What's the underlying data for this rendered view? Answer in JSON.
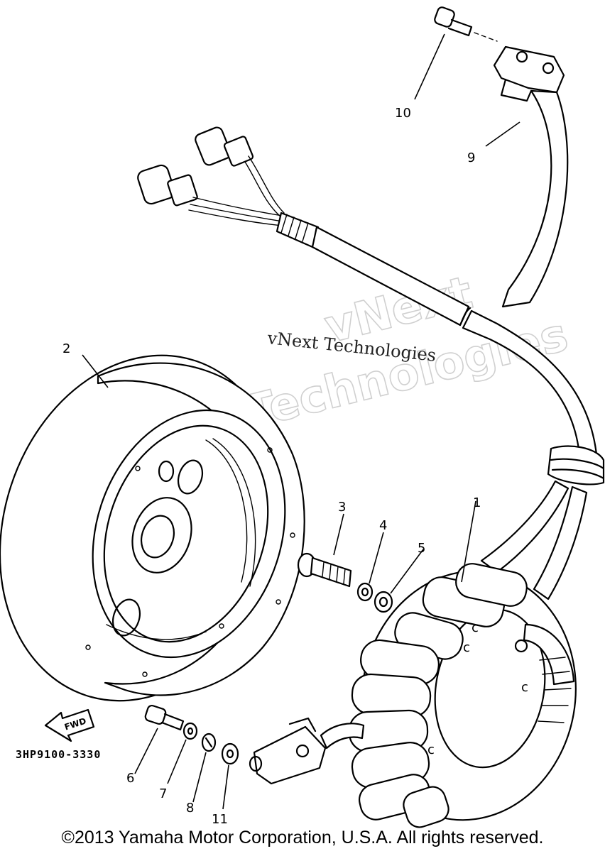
{
  "diagram": {
    "callouts": [
      {
        "id": "1",
        "text": "1"
      },
      {
        "id": "2",
        "text": "2"
      },
      {
        "id": "3",
        "text": "3"
      },
      {
        "id": "4",
        "text": "4"
      },
      {
        "id": "5",
        "text": "5"
      },
      {
        "id": "6",
        "text": "6"
      },
      {
        "id": "7",
        "text": "7"
      },
      {
        "id": "8",
        "text": "8"
      },
      {
        "id": "9",
        "text": "9"
      },
      {
        "id": "10",
        "text": "10"
      },
      {
        "id": "11",
        "text": "11"
      }
    ],
    "part_code": "3HP9100-3330",
    "fwd_label": "FWD",
    "watermark_text": "vNext Technologies",
    "watermark_outline_line1": "vNext",
    "watermark_outline_line2": "Technologies"
  },
  "footer": {
    "copyright": "©2013 Yamaha Motor Corporation, U.S.A. All rights reserved."
  }
}
